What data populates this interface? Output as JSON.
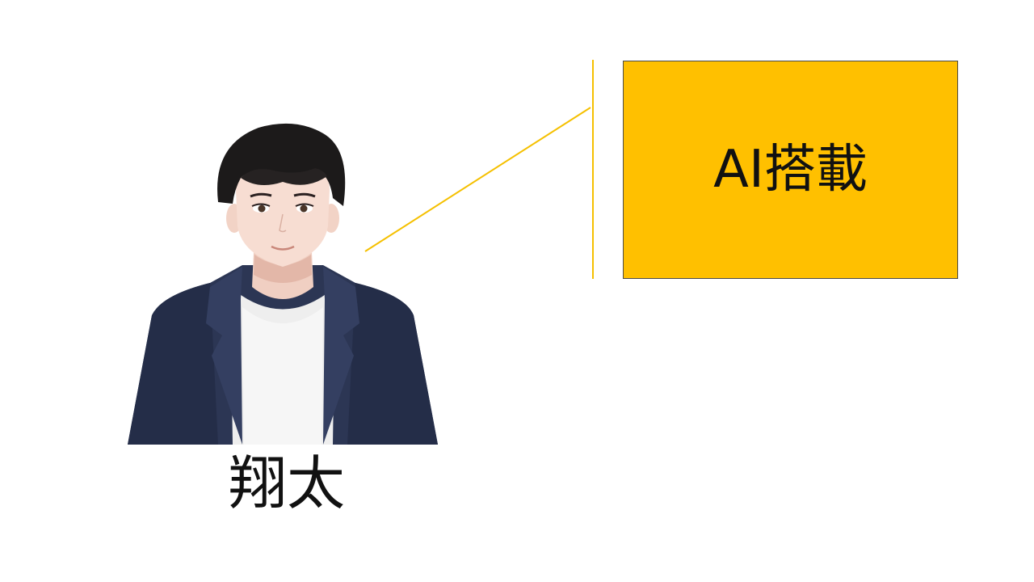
{
  "person": {
    "name": "翔太"
  },
  "callout": {
    "text": "AI搭載",
    "fill_color": "#ffc000",
    "line_color": "#f5c000"
  },
  "icons": {
    "avatar": "man-in-navy-blazer-illustration"
  }
}
